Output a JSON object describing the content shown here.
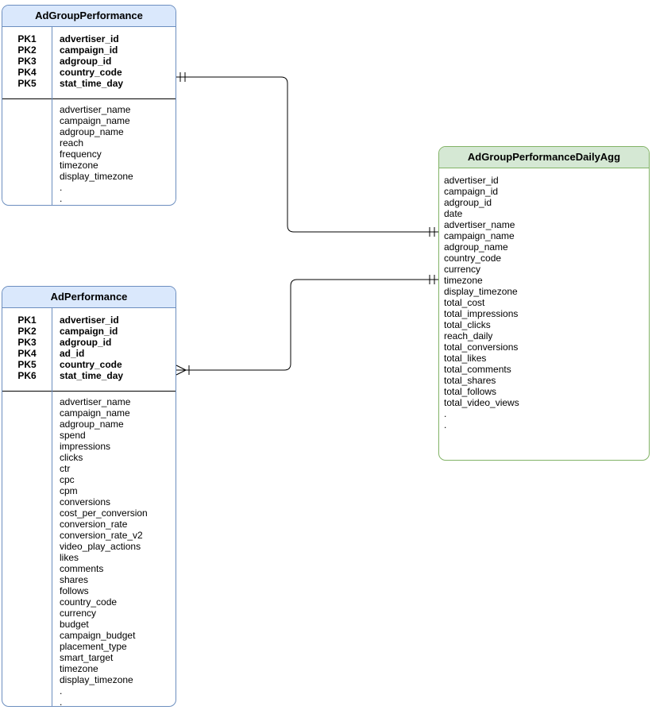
{
  "diagram": {
    "colors": {
      "blue_header_bg": "#dae8fc",
      "blue_border": "#6c8ebf",
      "green_header_bg": "#d5e8d4",
      "green_border": "#82b366",
      "connector_stroke": "#000000",
      "canvas_bg": "#ffffff"
    },
    "tables": [
      {
        "title": "AdGroupPerformance",
        "theme": "blue",
        "pk_rows": [
          {
            "key": "PK1",
            "field": "advertiser_id"
          },
          {
            "key": "PK2",
            "field": "campaign_id"
          },
          {
            "key": "PK3",
            "field": "adgroup_id"
          },
          {
            "key": "PK4",
            "field": "country_code"
          },
          {
            "key": "PK5",
            "field": "stat_time_day"
          }
        ],
        "fields": [
          "advertiser_name",
          "campaign_name",
          "adgroup_name",
          "reach",
          "frequency",
          "timezone",
          "display_timezone",
          ".",
          "."
        ]
      },
      {
        "title": "AdPerformance",
        "theme": "blue",
        "pk_rows": [
          {
            "key": "PK1",
            "field": "advertiser_id"
          },
          {
            "key": "PK2",
            "field": "campaign_id"
          },
          {
            "key": "PK3",
            "field": "adgroup_id"
          },
          {
            "key": "PK4",
            "field": "ad_id"
          },
          {
            "key": "PK5",
            "field": "country_code"
          },
          {
            "key": "PK6",
            "field": "stat_time_day"
          }
        ],
        "fields": [
          "advertiser_name",
          "campaign_name",
          "adgroup_name",
          "spend",
          "impressions",
          "clicks",
          "ctr",
          "cpc",
          "cpm",
          "conversions",
          "cost_per_conversion",
          "conversion_rate",
          "conversion_rate_v2",
          "video_play_actions",
          "likes",
          "comments",
          "shares",
          "follows",
          "country_code",
          "currency",
          "budget",
          "campaign_budget",
          "placement_type",
          "smart_target",
          "timezone",
          "display_timezone",
          ".",
          "."
        ]
      },
      {
        "title": "AdGroupPerformanceDailyAgg",
        "theme": "green",
        "pk_rows": [],
        "fields": [
          "advertiser_id",
          "campaign_id",
          "adgroup_id",
          "date",
          "advertiser_name",
          "campaign_name",
          "adgroup_name",
          "country_code",
          "currency",
          "timezone",
          "display_timezone",
          "total_cost",
          "total_impressions",
          "total_clicks",
          "reach_daily",
          "total_conversions",
          "total_likes",
          "total_comments",
          "total_shares",
          "total_follows",
          "total_video_views",
          ".",
          "."
        ]
      }
    ],
    "relationships": [
      {
        "from_table": "AdGroupPerformance",
        "to_table": "AdGroupPerformanceDailyAgg",
        "from_cardinality": "one-and-only-one",
        "to_cardinality": "one-and-only-one"
      },
      {
        "from_table": "AdPerformance",
        "to_table": "AdGroupPerformanceDailyAgg",
        "from_cardinality": "one-or-many",
        "to_cardinality": "one-and-only-one"
      }
    ]
  }
}
